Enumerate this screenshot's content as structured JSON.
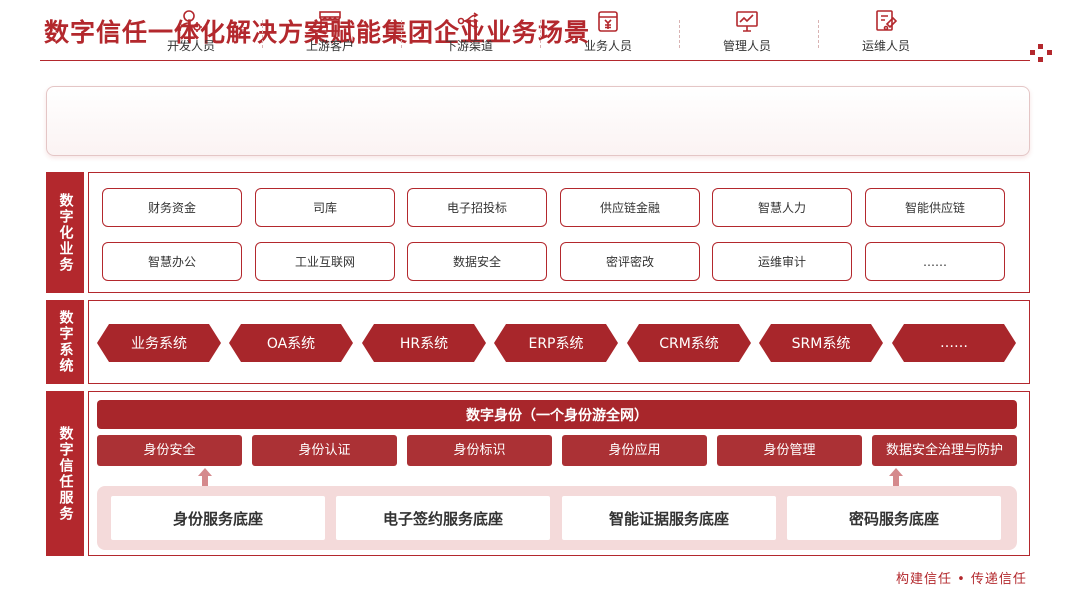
{
  "title": "数字信任一体化解决方案赋能集团企业业务场景",
  "roles": [
    {
      "label": "开发人员",
      "icon": "developer-icon"
    },
    {
      "label": "上游客户",
      "icon": "store-icon"
    },
    {
      "label": "下游渠道",
      "icon": "channel-icon"
    },
    {
      "label": "业务人员",
      "icon": "finance-icon"
    },
    {
      "label": "管理人员",
      "icon": "monitor-chart-icon"
    },
    {
      "label": "运维人员",
      "icon": "maintenance-icon"
    }
  ],
  "digital_business": {
    "label": "数字化业务",
    "row1": [
      "财务资金",
      "司库",
      "电子招投标",
      "供应链金融",
      "智慧人力",
      "智能供应链"
    ],
    "row2": [
      "智慧办公",
      "工业互联网",
      "数据安全",
      "密评密改",
      "运维审计",
      "……"
    ]
  },
  "digital_systems": {
    "label": "数字系统",
    "items": [
      "业务系统",
      "OA系统",
      "HR系统",
      "ERP系统",
      "CRM系统",
      "SRM系统",
      "……"
    ]
  },
  "trust_services": {
    "label": "数字信任服务",
    "main": "数字身份（一个身份游全网）",
    "sub": [
      "身份安全",
      "身份认证",
      "身份标识",
      "身份应用",
      "身份管理",
      "数据安全治理与防护"
    ],
    "base": [
      "身份服务底座",
      "电子签约服务底座",
      "智能证据服务底座",
      "密码服务底座"
    ]
  },
  "footer": "构建信任 • 传递信任",
  "colors": {
    "accent": "#b3282d",
    "dark_red": "#a8262b",
    "light_pink": "#f4dada"
  }
}
